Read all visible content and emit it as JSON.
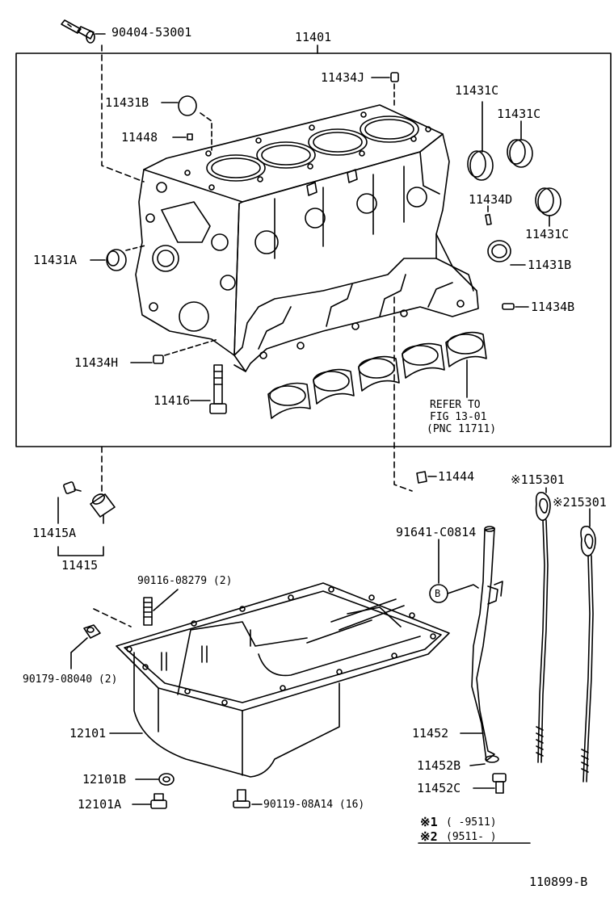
{
  "labels": {
    "bolt_top": "90404-53001",
    "block": "11401",
    "plug_j": "11434J",
    "plug_b_left": "11431B",
    "plug_c1": "11431C",
    "plug_c2": "11431C",
    "pin_11448": "11448",
    "pin_d": "11434D",
    "plug_c3": "11431C",
    "plug_a": "11431A",
    "plug_b_right": "11431B",
    "pin_b": "11434B",
    "pin_h": "11434H",
    "bolt_11416": "11416",
    "refer_line1": "REFER TO",
    "refer_line2": "FIG 13-01",
    "refer_line3": "(PNC 11711)",
    "union_11444": "11444",
    "gauge_1": "※115301",
    "gauge_2": "※215301",
    "guide_91641": "91641-C0814",
    "circle_b": "B",
    "drain_a": "11415A",
    "drain": "11415",
    "stud": "90116-08279 (2)",
    "nut": "90179-08040 (2)",
    "pan": "12101",
    "guide_11452": "11452",
    "oring_11452b": "11452B",
    "gasket_12101b": "12101B",
    "plug_12101a": "12101A",
    "bolt_90119": "90119-08A14 (16)",
    "clip_11452c": "11452C",
    "note1_mark": "※1",
    "note1_range": "(      -9511)",
    "note2_mark": "※2",
    "note2_range": "(9511-      )",
    "fig_id": "110899-B"
  }
}
